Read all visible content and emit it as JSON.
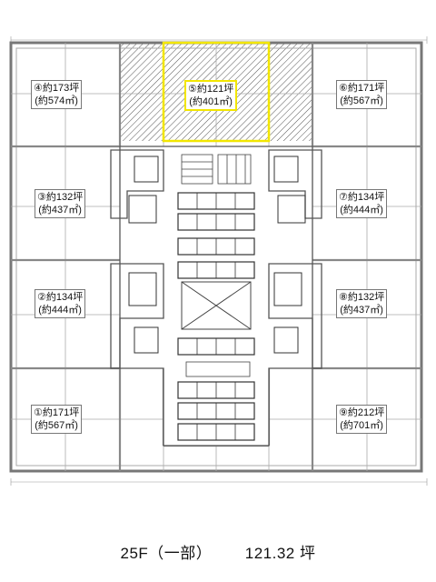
{
  "floor_title": "25F（一部）",
  "floor_area": "121.32 坪",
  "highlight_color": "#f2e600",
  "sections": [
    {
      "no": "①",
      "tsubo": "約171坪",
      "sqm": "(約567㎡)"
    },
    {
      "no": "②",
      "tsubo": "約134坪",
      "sqm": "(約444㎡)"
    },
    {
      "no": "③",
      "tsubo": "約132坪",
      "sqm": "(約437㎡)"
    },
    {
      "no": "④",
      "tsubo": "約173坪",
      "sqm": "(約574㎡)"
    },
    {
      "no": "⑤",
      "tsubo": "約121坪",
      "sqm": "(約401㎡)"
    },
    {
      "no": "⑥",
      "tsubo": "約171坪",
      "sqm": "(約567㎡)"
    },
    {
      "no": "⑦",
      "tsubo": "約134坪",
      "sqm": "(約444㎡)"
    },
    {
      "no": "⑧",
      "tsubo": "約132坪",
      "sqm": "(約437㎡)"
    },
    {
      "no": "⑨",
      "tsubo": "約212坪",
      "sqm": "(約701㎡)"
    }
  ]
}
